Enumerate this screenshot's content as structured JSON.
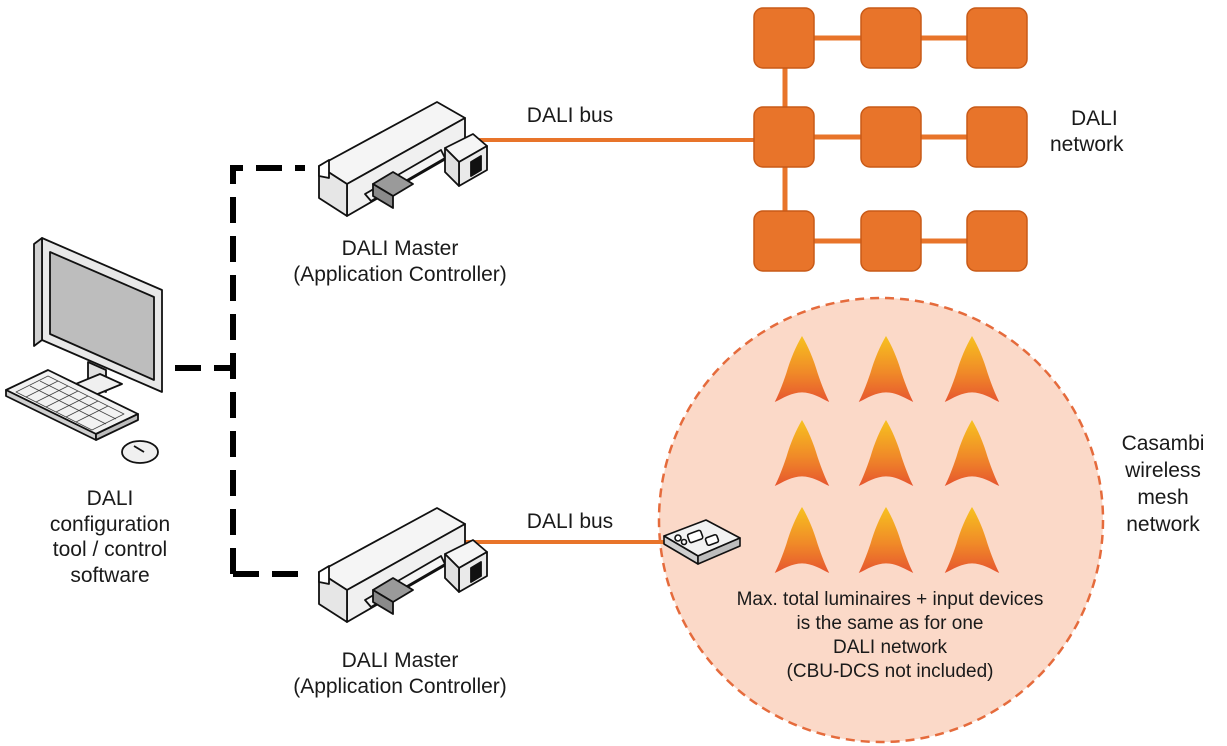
{
  "labels": {
    "pc": [
      "DALI",
      "configuration",
      "tool / control",
      "software"
    ],
    "master_top": [
      "DALI Master",
      "(Application Controller)"
    ],
    "master_bottom": [
      "DALI Master",
      "(Application Controller)"
    ],
    "bus_top": "DALI bus",
    "bus_bottom": "DALI bus",
    "dali_network": [
      "DALI",
      "network"
    ],
    "casambi": [
      "Casambi",
      "wireless",
      "mesh",
      "network"
    ],
    "note": [
      "Max. total luminaires + input devices",
      "is the same as for one",
      "DALI network",
      "(CBU-DCS not included)"
    ]
  },
  "colors": {
    "orange": "#e8742a",
    "orange_dark": "#c85a17",
    "bus": "#e8742a",
    "mesh_fill": "#fbd9c8",
    "mesh_border": "#e56b3c",
    "dashed_link": "#000000",
    "text": "#1a1a1a"
  },
  "icons": {
    "pc": "desktop-computer-icon",
    "master": "dali-master-device-icon",
    "node": "dali-node-icon",
    "luminaire": "luminaire-icon",
    "gateway": "casambi-gateway-icon"
  }
}
